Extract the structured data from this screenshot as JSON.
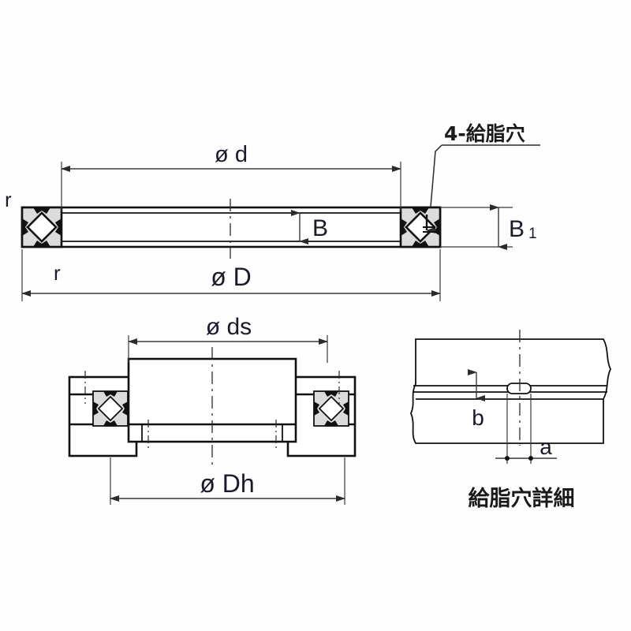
{
  "drawing": {
    "title": "Crossed Roller Bearing Dimensional Drawing",
    "ink_color": "#111111",
    "hatch_color": "#dcdcdc",
    "dim_color": "#3a3a3a"
  },
  "views": {
    "section_top": {
      "name": "upper-axial-section-view",
      "labels": {
        "bore_diameter": "ø d",
        "outer_diameter": "ø D",
        "width": "B",
        "width_outer": "B",
        "width_outer_sub": "1",
        "fillet_upper": "r",
        "fillet_lower": "r",
        "grease_hole_note": "4-給脂穴"
      }
    },
    "section_bottom": {
      "name": "lower-mounting-section-view",
      "labels": {
        "shaft_diameter": "ø ds",
        "housing_diameter": "ø Dh"
      }
    },
    "detail": {
      "name": "grease-hole-detail-view",
      "labels": {
        "hole_depth": "b",
        "hole_width": "a",
        "caption": "給脂穴詳細"
      }
    }
  },
  "symbols": {
    "diameter": "ø",
    "arrow": "arrow-head",
    "roller": "crossed-roller-element"
  }
}
